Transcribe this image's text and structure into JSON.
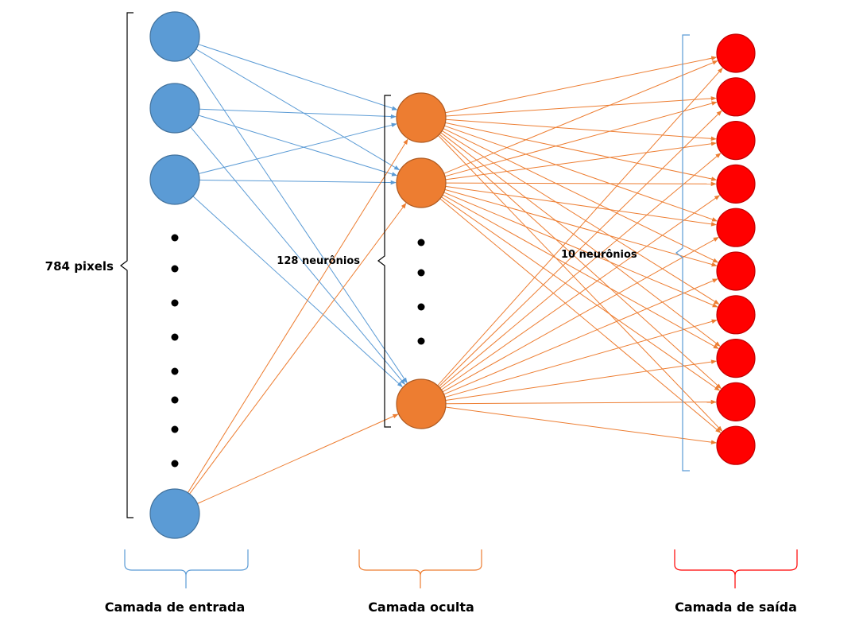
{
  "labels": {
    "input_count": "784 pixels",
    "hidden_count": "128 neurônios",
    "output_count": "10 neurônios",
    "input_layer": "Camada de entrada",
    "hidden_layer": "Camada oculta",
    "output_layer": "Camada de saída"
  },
  "layers": {
    "input": {
      "visible_neurons": 4,
      "ellipsis_dots": 8
    },
    "hidden": {
      "visible_neurons": 3,
      "ellipsis_dots": 4
    },
    "output": {
      "visible_neurons": 10
    }
  },
  "colors": {
    "input": "#5b9bd5",
    "input_stroke": "#41719c",
    "hidden": "#ed7d31",
    "hidden_stroke": "#ae5a21",
    "output": "#ff0000",
    "output_stroke": "#c00000",
    "input_edges": "#5b9bd5",
    "hidden_edges": "#ed7d31",
    "dots": "#000000"
  }
}
